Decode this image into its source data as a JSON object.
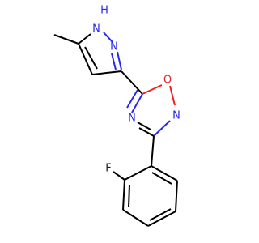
{
  "atoms": {
    "nh_label": "H",
    "n1_label": "N",
    "n2_label": "N",
    "o_label": "O",
    "n3_label": "N",
    "n4_label": "N",
    "f_label": "F"
  },
  "colors": {
    "nitrogen": "#2727f2",
    "oxygen": "#ee2222",
    "fluorine": "#1a1a1a",
    "carbon_bond": "#000000"
  }
}
